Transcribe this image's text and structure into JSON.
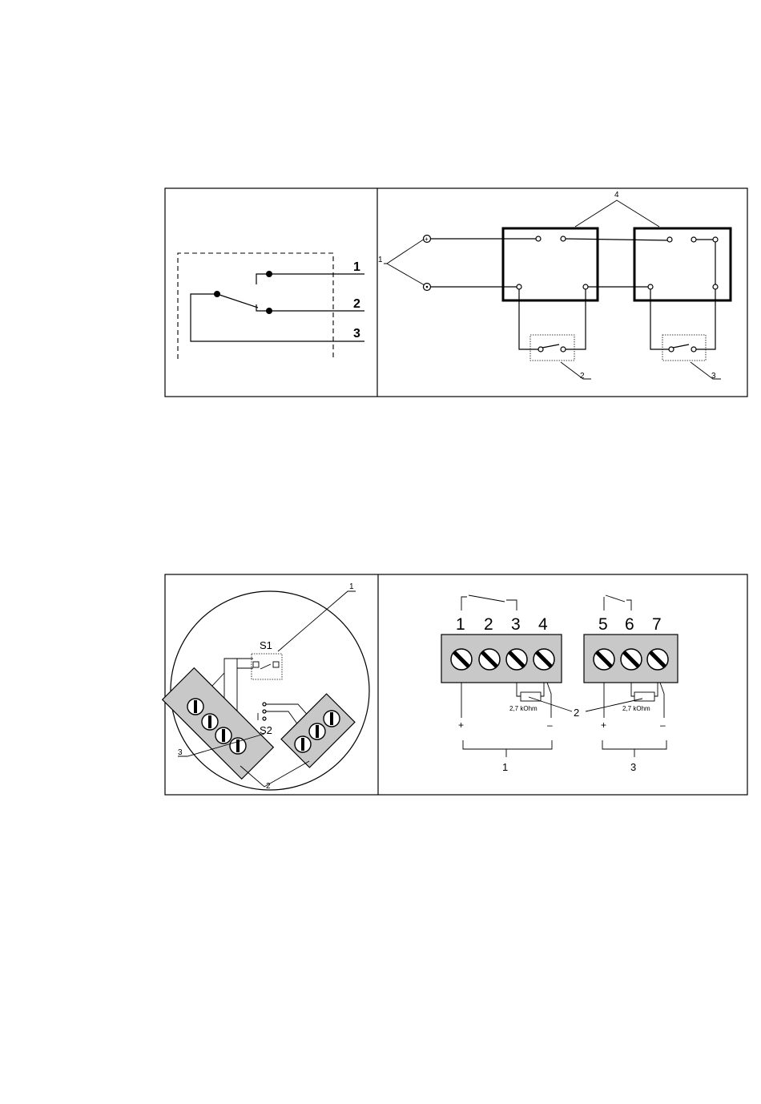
{
  "figure1": {
    "left_labels": [
      "1",
      "2",
      "3"
    ],
    "right_callouts": [
      "1",
      "2",
      "3",
      "4"
    ],
    "polarity": [
      "+",
      "-"
    ]
  },
  "figure2": {
    "left": {
      "switch_labels": [
        "S1",
        "S2"
      ],
      "callouts": [
        "1",
        "2",
        "3"
      ]
    },
    "right": {
      "terminals_block1": [
        "1",
        "2",
        "3",
        "4"
      ],
      "terminals_block2": [
        "5",
        "6",
        "7"
      ],
      "resistor_labels": [
        "2,7 kOhm",
        "2,7 kOhm"
      ],
      "polarity": [
        "+",
        "–",
        "+",
        "–"
      ],
      "callouts": [
        "2",
        "1",
        "3"
      ]
    }
  }
}
